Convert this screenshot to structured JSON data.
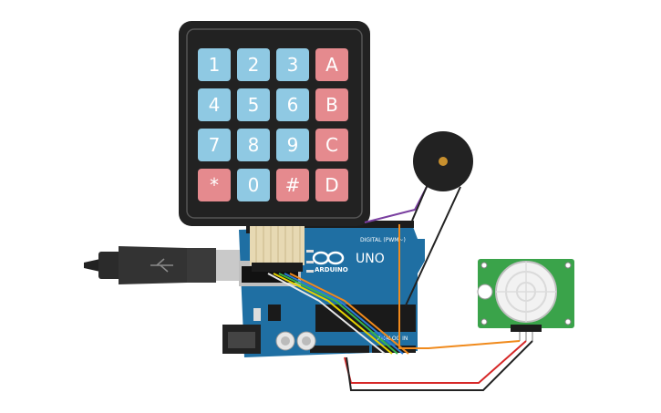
{
  "keypad": {
    "keys": [
      {
        "label": "1",
        "kind": "num"
      },
      {
        "label": "2",
        "kind": "num"
      },
      {
        "label": "3",
        "kind": "num"
      },
      {
        "label": "A",
        "kind": "letter"
      },
      {
        "label": "4",
        "kind": "num"
      },
      {
        "label": "5",
        "kind": "num"
      },
      {
        "label": "6",
        "kind": "num"
      },
      {
        "label": "B",
        "kind": "letter"
      },
      {
        "label": "7",
        "kind": "num"
      },
      {
        "label": "8",
        "kind": "num"
      },
      {
        "label": "9",
        "kind": "num"
      },
      {
        "label": "C",
        "kind": "letter"
      },
      {
        "label": "*",
        "kind": "letter"
      },
      {
        "label": "0",
        "kind": "num"
      },
      {
        "label": "#",
        "kind": "letter"
      },
      {
        "label": "D",
        "kind": "letter"
      }
    ],
    "colors": {
      "num": "#8fc9e3",
      "letter": "#e58a8e",
      "body": "#222222"
    }
  },
  "arduino": {
    "logo_text": "ARDUINO",
    "model": "UNO",
    "digital_label": "DIGITAL (PWM~)",
    "analog_label": "ANALOG IN",
    "board_color": "#1f6fa3"
  },
  "pir_sensor": {
    "board_color": "#3aa34a"
  },
  "buzzer": {
    "body_color": "#222222",
    "center_color": "#c8902e"
  },
  "wires": {
    "orange": "#f08a1c",
    "red": "#d62828",
    "black": "#222222",
    "purple": "#7a3fa0",
    "yellow": "#e5d200",
    "green": "#39b54a",
    "blue": "#2b7bd6"
  }
}
